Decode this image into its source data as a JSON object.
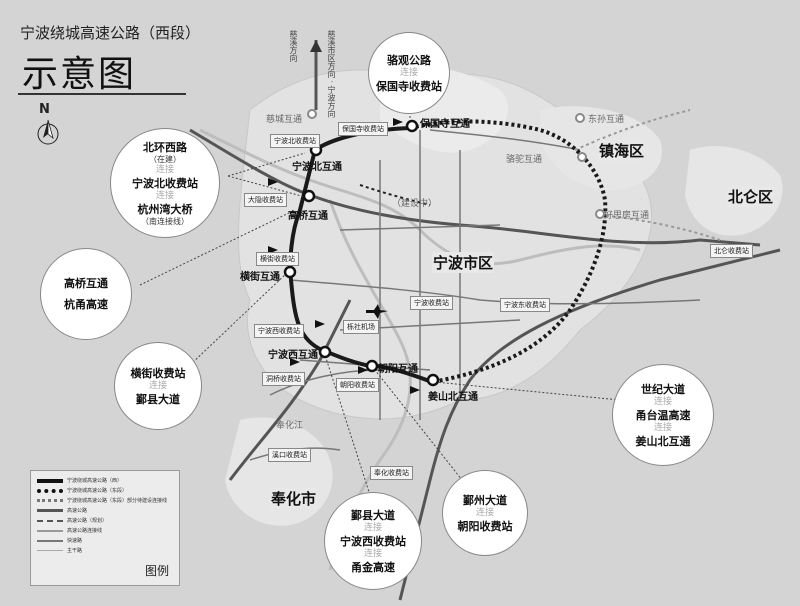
{
  "header": {
    "title": "宁波绕城高速公路（西段）",
    "subtitle": "示意图",
    "north": "N"
  },
  "districts": {
    "zhenhai": "镇海区",
    "beilun": "北仑区",
    "ningbo_city": "宁波市区",
    "fenghua": "奉化市"
  },
  "interchanges": {
    "ningbo_north": "宁波北互通",
    "baoguo": "保国寺互通",
    "gaoqiao": "高桥互通",
    "hengjie": "横街互通",
    "ningbo_west": "宁波西互通",
    "chaoyang": "朝阳互通",
    "jiangshan_north": "姜山北互通",
    "dongsun": "东孙互通",
    "luotuo": "骆驼互通",
    "cixi": "慈城互通",
    "haoshifang": "好思房互通",
    "fenghuajiang": "奉化江"
  },
  "toll_boxes": {
    "baoguo": "保国寺收费站",
    "ningbo_north": "宁波北收费站",
    "dayin": "大隐收费站",
    "hengjie": "横街收费站",
    "ningbo_west": "宁波西收费站",
    "chaoyang": "朝阳收费站",
    "dongqiao": "洞桥收费站",
    "xikou": "溪口收费站",
    "fenghua": "奉化收费站",
    "beilun": "北仑收费站",
    "airport": "栎社机场",
    "ningbo_east": "宁波东收费站",
    "construction": "（建设中）",
    "ningbo_toll": "宁波收费站"
  },
  "bubbles": {
    "b1": {
      "l1": "骆观公路",
      "conn": "连接",
      "l2": "保国寺收费站"
    },
    "b2": {
      "l1": "北环西路",
      "note1": "（在建）",
      "conn1": "连接",
      "l2": "宁波北收费站",
      "conn2": "连接",
      "l3": "杭州湾大桥",
      "note2": "（南连接线）"
    },
    "b3": {
      "l1": "高桥互通",
      "l2": "杭甬高速"
    },
    "b4": {
      "l1": "横街收费站",
      "conn": "连接",
      "l2": "鄞县大道"
    },
    "b5": {
      "l1": "鄞县大道",
      "conn1": "连接",
      "l2": "宁波西收费站",
      "conn2": "连接",
      "l3": "甬金高速"
    },
    "b6": {
      "l1": "鄞州大道",
      "conn": "连接",
      "l2": "朝阳收费站"
    },
    "b7": {
      "l1": "世纪大道",
      "conn1": "连接",
      "l2": "甬台温高速",
      "conn2": "连接",
      "l3": "姜山北互通"
    }
  },
  "legend": {
    "title": "图例",
    "items": [
      "宁波绕城高速公路（西）",
      "宁波绕城高速公路（东段）",
      "宁波绕城高速公路（东段）部分待建设连接线",
      "高速公路",
      "高速公路（规划）",
      "高速公路连接线",
      "快速路",
      "主干路"
    ]
  },
  "vertical_labels": {
    "top_left": "慈溪方向",
    "top_right": "慈溪市区方向 · 宁波方向"
  },
  "colors": {
    "ring_west": "#1a1a1a",
    "ring_east": "#1a1a1a",
    "road": "#555555",
    "map_bg": "#d4d4d4"
  }
}
